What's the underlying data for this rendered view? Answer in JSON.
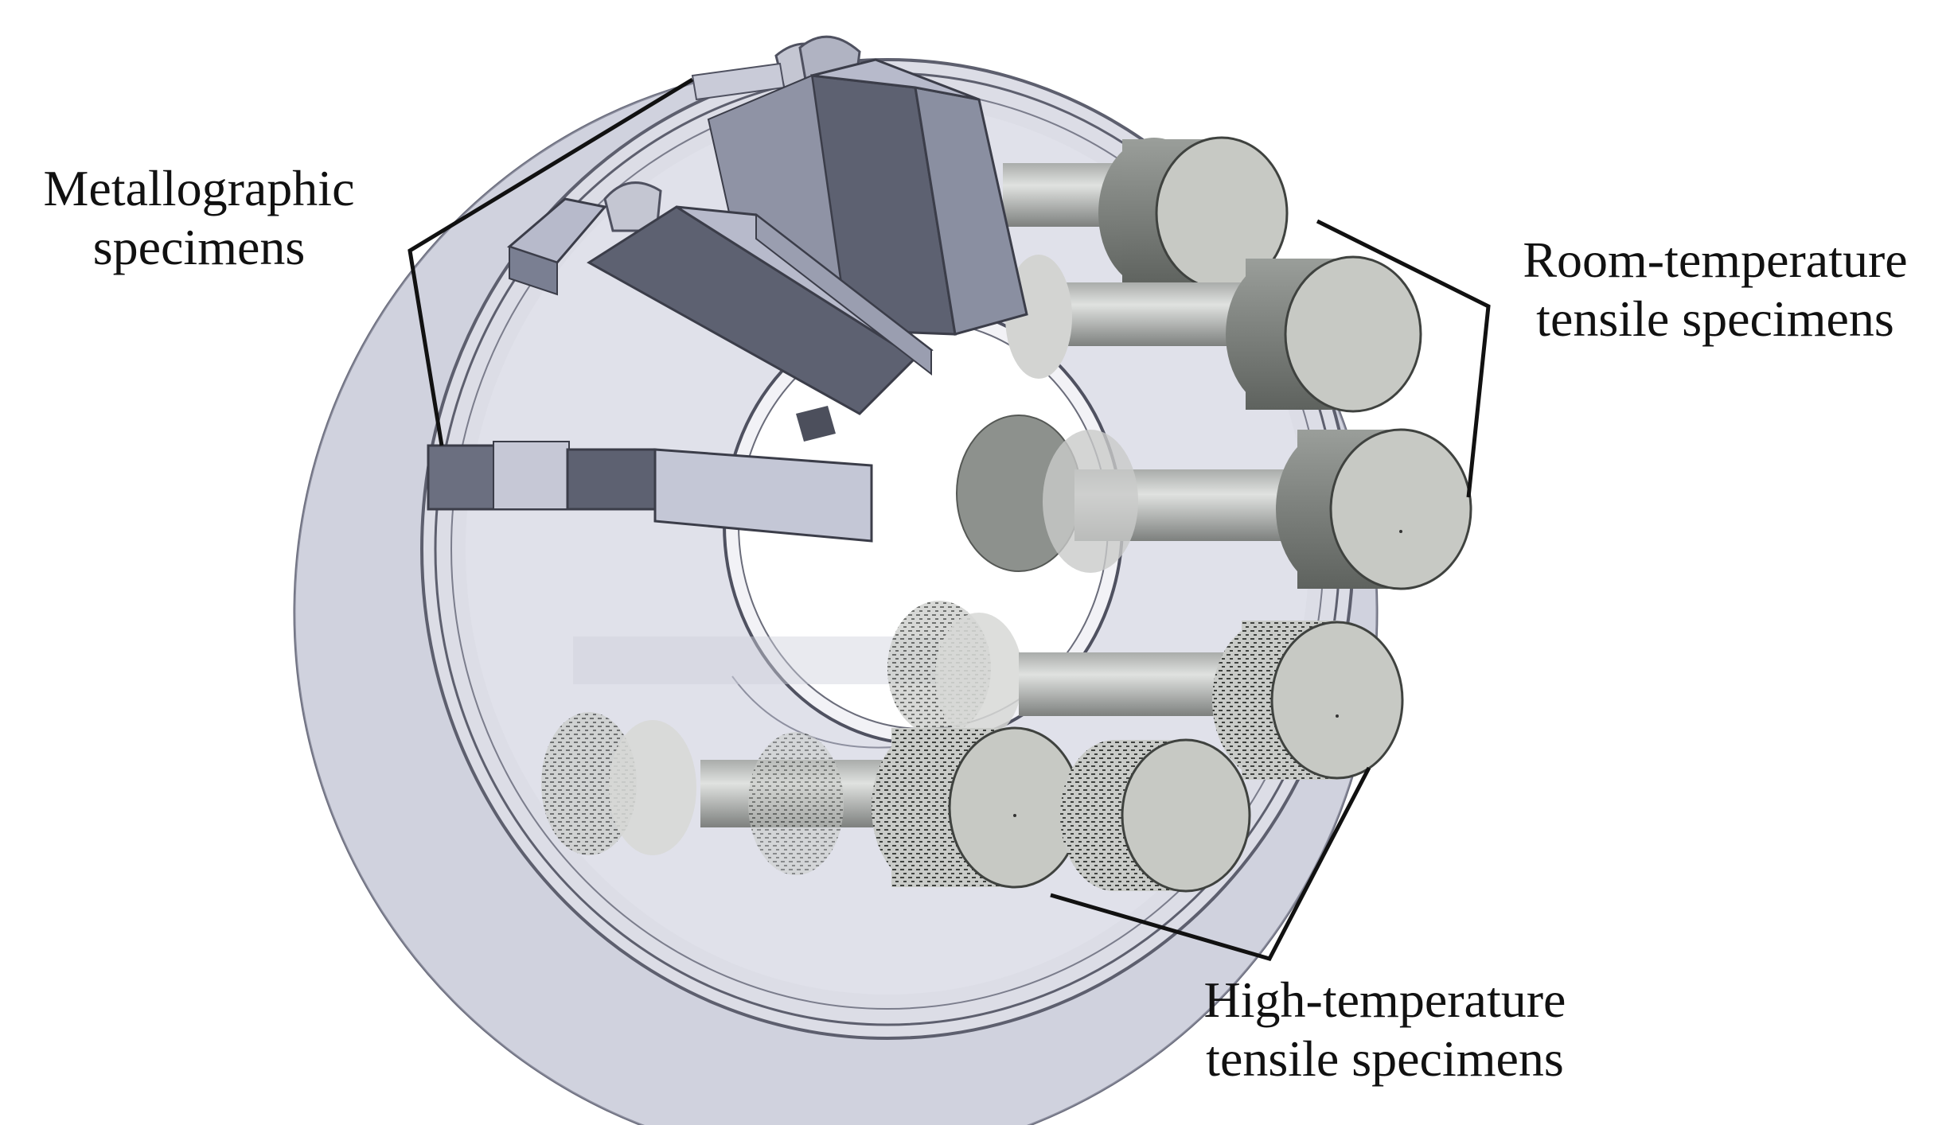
{
  "labels": {
    "metallographic": {
      "line1": "Metallographic",
      "line2": "specimens"
    },
    "room_temperature": {
      "line1": "Room-temperature",
      "line2": "tensile specimens"
    },
    "high_temperature": {
      "line1": "High-temperature",
      "line2": "tensile specimens"
    }
  },
  "colors": {
    "body_fill": "#d8d9e4",
    "body_edge": "#6e7080",
    "block_dark": "#5f6373",
    "block_mid": "#8a8fa1",
    "block_light": "#b9bccb",
    "cap_face": "#c4c6c1",
    "cap_side": "#8e928e",
    "leader_line": "#111111"
  }
}
